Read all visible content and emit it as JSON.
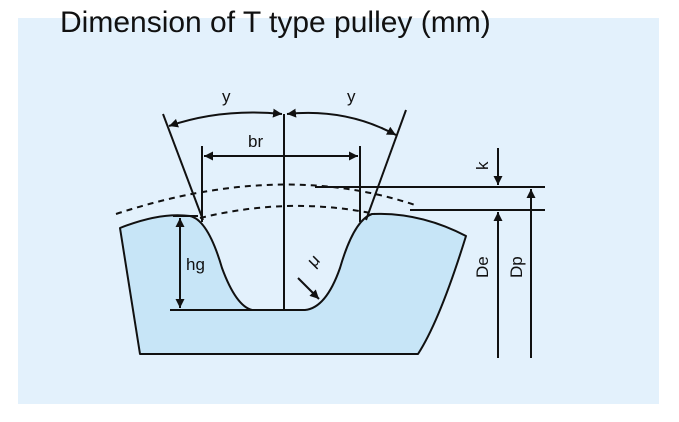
{
  "title": "Dimension of T type pulley (mm)",
  "labels": {
    "y_left": "y",
    "y_right": "y",
    "br": "br",
    "k": "k",
    "hg": "hg",
    "mu": "μ",
    "de": "De",
    "dp": "Dp"
  },
  "colors": {
    "background": "#e3f1fc",
    "pulley_fill": "#c7e5f7",
    "line": "#111111"
  }
}
